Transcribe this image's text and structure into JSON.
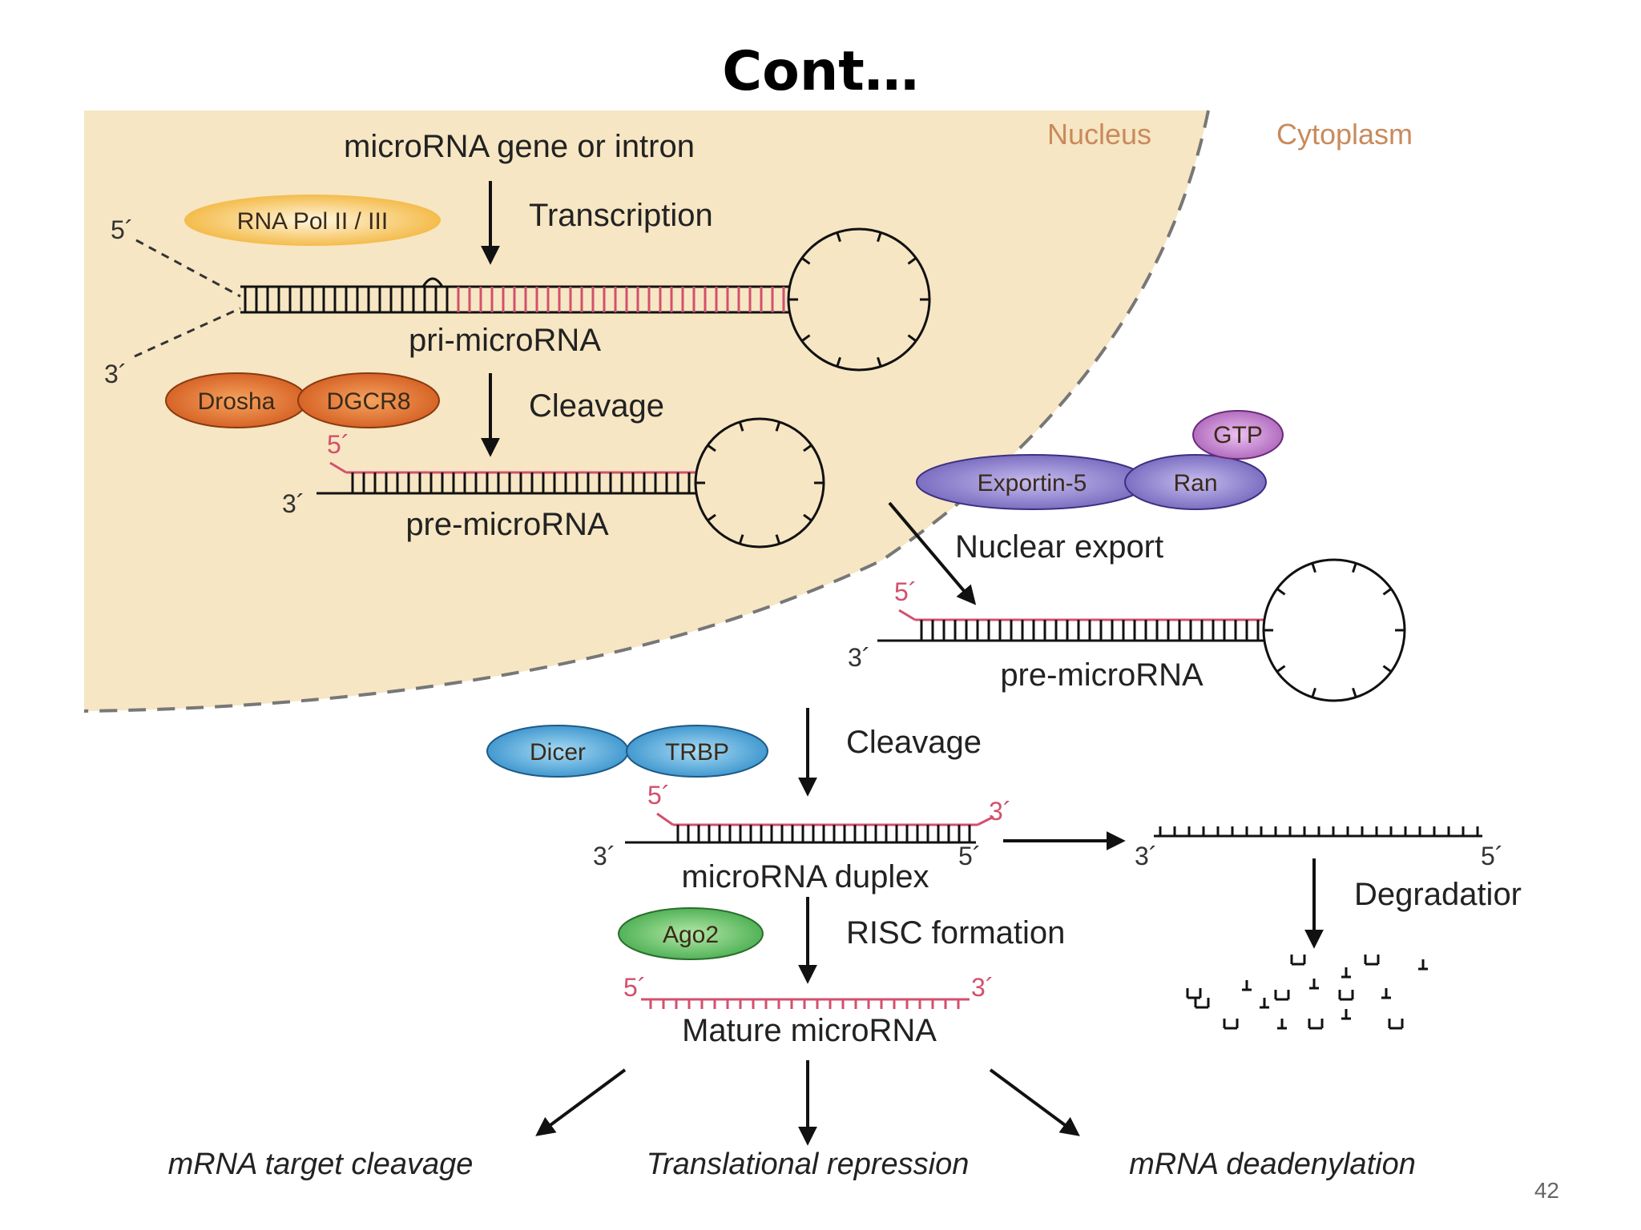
{
  "slide": {
    "title": "Cont…",
    "page_number": "42"
  },
  "compartments": {
    "nucleus": "Nucleus",
    "cytoplasm": "Cytoplasm"
  },
  "labels": {
    "gene": "microRNA gene or intron",
    "transcription": "Transcription",
    "pri_mirna": "pri-microRNA",
    "cleavage_1": "Cleavage",
    "pre_mirna_nuclear": "pre-microRNA",
    "nuclear_export": "Nuclear export",
    "pre_mirna_cyto": "pre-microRNA",
    "cleavage_2": "Cleavage",
    "duplex": "microRNA duplex",
    "risc": "RISC formation",
    "mature": "Mature microRNA",
    "degradation": "Degradatior"
  },
  "enzymes": {
    "rna_pol": "RNA Pol II / III",
    "drosha": "Drosha",
    "dgcr8": "DGCR8",
    "exportin": "Exportin-5",
    "ran": "Ran",
    "gtp": "GTP",
    "dicer": "Dicer",
    "trbp": "TRBP",
    "ago2": "Ago2"
  },
  "ends": {
    "five": "5´",
    "three": "3´"
  },
  "outcomes": {
    "cleavage": "mRNA target cleavage",
    "repression": "Translational repression",
    "deadenylation": "mRNA deadenylation"
  },
  "colors": {
    "nucleus_fill": "#f6e6c3",
    "rna_red": "#d2506e",
    "pol_orange": "#f2b02e",
    "drosha_orange": "#e0702c",
    "exportin_purple": "#8b7fc9",
    "gtp_purple": "#b978c4",
    "dicer_blue": "#4aa6dc",
    "ago_green": "#5cbf62"
  }
}
